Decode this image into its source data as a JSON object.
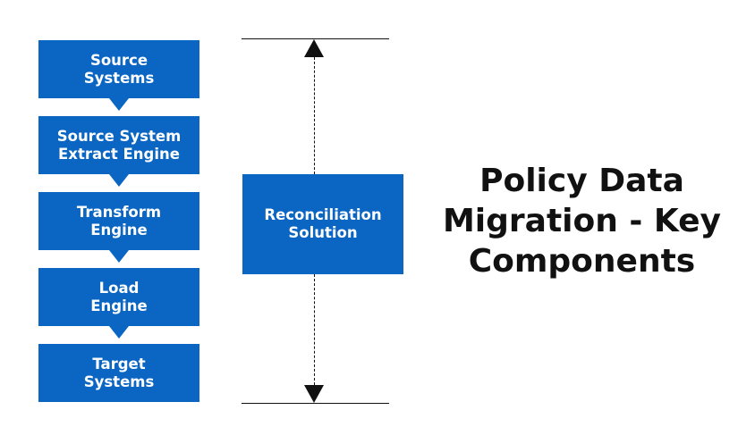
{
  "colors": {
    "box": "#0a66c2",
    "box_text": "#ffffff",
    "line": "#111111"
  },
  "steps": [
    {
      "label": "Source\nSystems"
    },
    {
      "label": "Source System\nExtract Engine"
    },
    {
      "label": "Transform\nEngine"
    },
    {
      "label": "Load\nEngine"
    },
    {
      "label": "Target\nSystems"
    }
  ],
  "reconciliation": {
    "label": "Reconciliation\nSolution"
  },
  "title": {
    "lines": [
      "Policy Data",
      "Migration - Key",
      "Components"
    ]
  }
}
